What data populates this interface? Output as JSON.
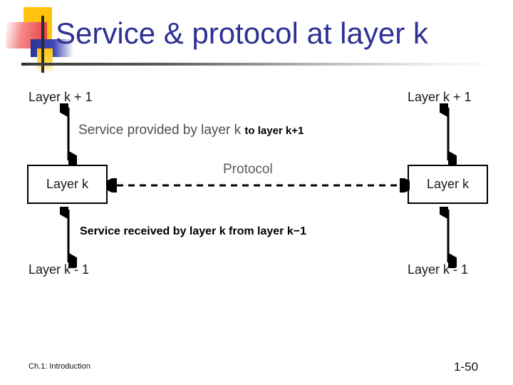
{
  "slide": {
    "title": "Service & protocol at layer k",
    "decoration": {
      "yellow": "#FFC20E",
      "red": "#E8383D",
      "blue": "#2C3499",
      "line": "#2b2b2b"
    },
    "title_color": "#2E3192"
  },
  "diagram": {
    "left": {
      "top_label": "Layer k + 1",
      "box_label": "Layer k",
      "bottom_label": "Layer k - 1"
    },
    "right": {
      "top_label": "Layer k + 1",
      "box_label": "Layer k",
      "bottom_label": "Layer k - 1"
    },
    "service_provided_main": "Service provided by layer k",
    "service_provided_bold": "to layer k+1",
    "service_received": "Service received by layer k from layer k−1",
    "protocol_label": "Protocol"
  },
  "footer": {
    "chapter": "Ch.1: Introduction",
    "page_number": "1-50"
  }
}
